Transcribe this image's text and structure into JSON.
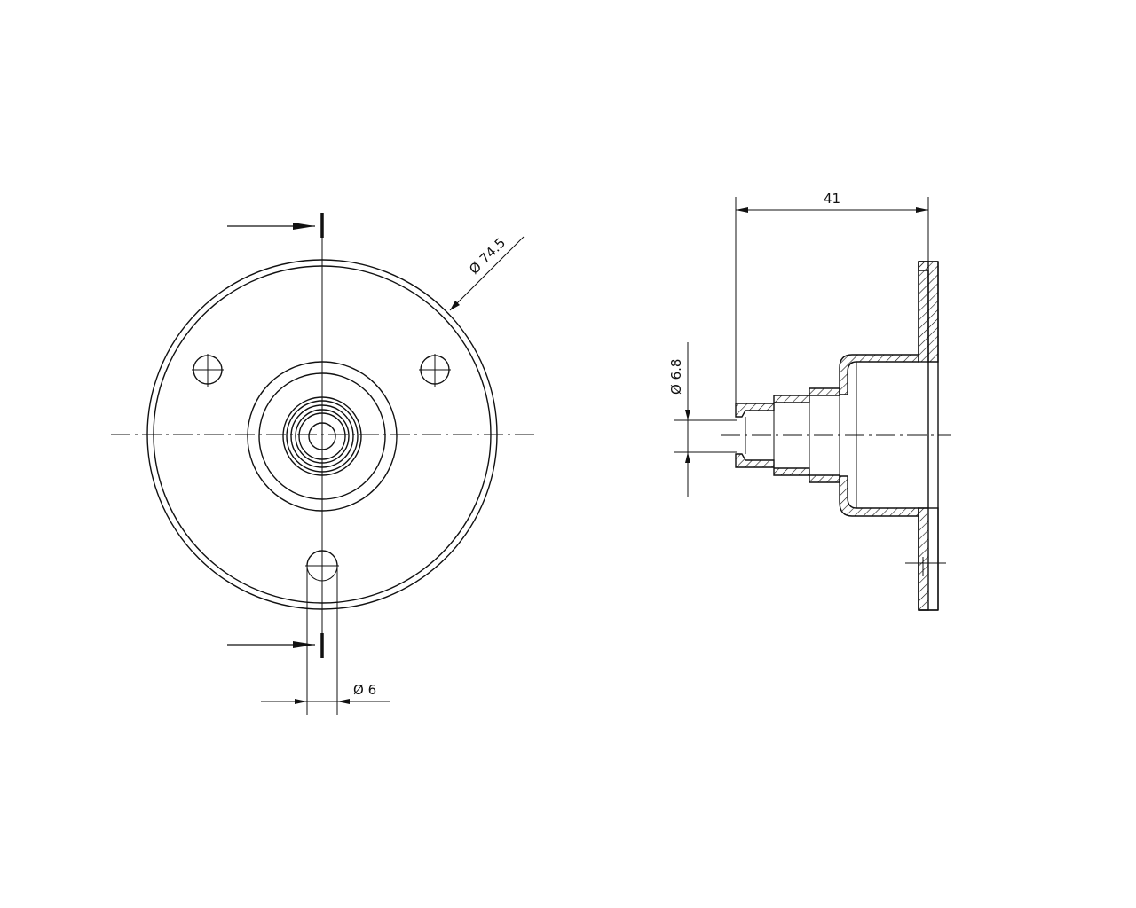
{
  "drawing": {
    "type": "technical-drawing",
    "stroke_color": "#111111",
    "background": "#ffffff",
    "views": {
      "front": {
        "label": "front-view",
        "outer_diameter_label": "Ø 74.5",
        "slot_diameter_label": "Ø 6"
      },
      "side": {
        "label": "section-view",
        "length_label": "41",
        "tip_diameter_label": "Ø 6.8"
      }
    }
  }
}
